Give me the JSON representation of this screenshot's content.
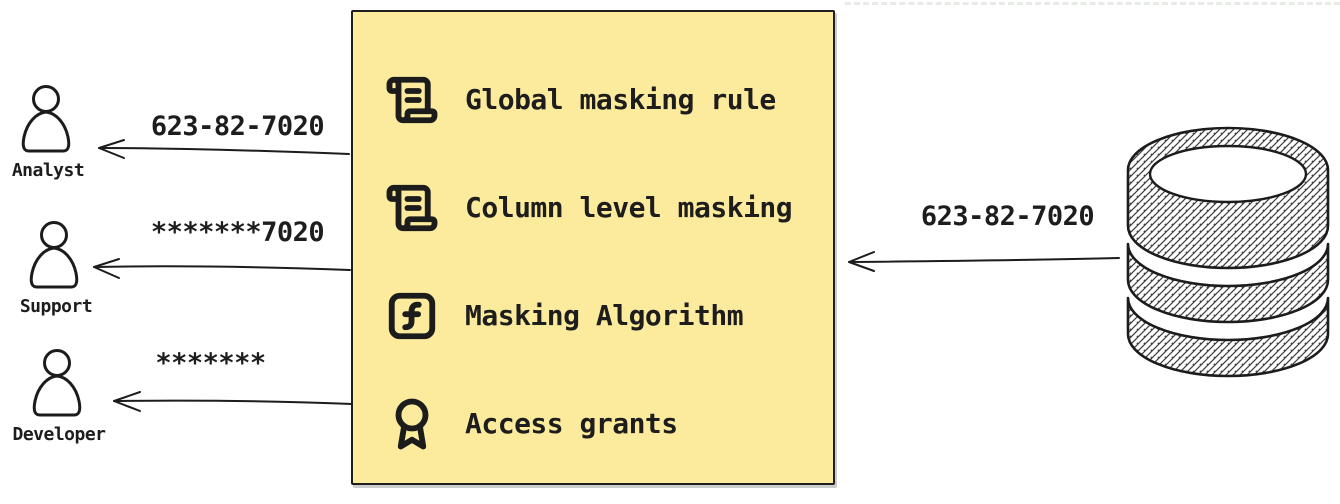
{
  "personas": [
    {
      "name": "Analyst",
      "received_value": "623-82-7020",
      "color": "#aed9f8"
    },
    {
      "name": "Support",
      "received_value": "*******7020",
      "color": "#fbe69c"
    },
    {
      "name": "Developer",
      "received_value": "*******",
      "color": "#d7dade"
    }
  ],
  "masking_box": {
    "background": "#fcEB9c",
    "items": [
      {
        "icon": "scroll-text-icon",
        "label": "Global masking rule"
      },
      {
        "icon": "scroll-text-icon",
        "label": "Column level masking"
      },
      {
        "icon": "function-square-icon",
        "label": "Masking Algorithm"
      },
      {
        "icon": "award-icon",
        "label": "Access grants"
      }
    ]
  },
  "database": {
    "icon": "database-icon",
    "outgoing_value": "623-82-7020"
  }
}
